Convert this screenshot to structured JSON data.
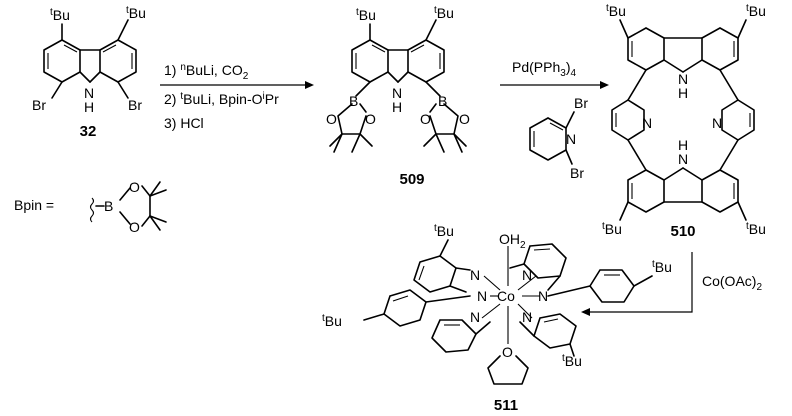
{
  "compounds": {
    "c32": "32",
    "c509": "509",
    "c510": "510",
    "c511": "511"
  },
  "atoms": {
    "br": "Br",
    "n": "N",
    "h": "H",
    "b": "B",
    "o": "O",
    "co": "Co",
    "bu": "Bu",
    "t": "t",
    "oh2_main": "OH",
    "oh2_sub": "2"
  },
  "steps": {
    "step1": {
      "num": "1) ",
      "sup": "n",
      "text": "BuLi, CO",
      "sub": "2"
    },
    "step2": {
      "num": "2) ",
      "sup": "t",
      "text": "BuLi, Bpin-O",
      "sup2": "i",
      "text2": "Pr"
    },
    "step3": {
      "text": "3) HCl"
    },
    "pd": {
      "text": "Pd(PPh",
      "sub": "3",
      "text2": ")",
      "sub2": "4"
    },
    "co": {
      "text": "Co(OAc)",
      "sub": "2"
    }
  },
  "bpin": {
    "label": "Bpin ="
  }
}
